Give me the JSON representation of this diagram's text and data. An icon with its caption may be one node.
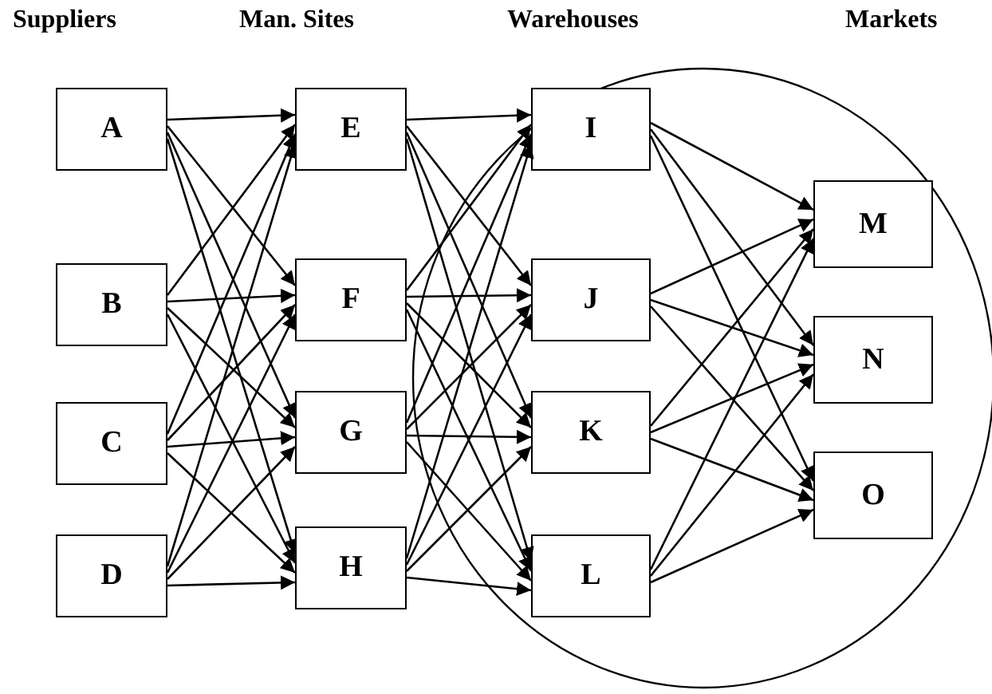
{
  "diagram": {
    "nodes": [
      {
        "text": [
          "A"
        ]
      },
      {
        "text": [
          "B"
        ]
      },
      {
        "text": [
          "C"
        ]
      },
      {
        "text": [
          "D"
        ]
      },
      {
        "text": [
          "E"
        ]
      },
      {
        "text": [
          "F"
        ]
      },
      {
        "text": [
          "G"
        ]
      },
      {
        "text": [
          "H"
        ]
      },
      {
        "text": [],
        "shape": "ellipse"
      },
      {
        "text": [
          "I"
        ],
        "in": 8
      },
      {
        "text": [
          "J"
        ],
        "in": 8
      },
      {
        "text": [
          "K"
        ],
        "in": 8
      },
      {
        "text": [
          "L"
        ],
        "in": 8
      },
      {
        "text": [
          "M"
        ],
        "in": 8
      },
      {
        "text": [
          "N"
        ],
        "in": 8
      },
      {
        "text": [
          "O"
        ],
        "in": 8
      }
    ],
    "edges": [
      {
        "from": 0,
        "to": 4,
        "arrow": "to"
      },
      {
        "from": 0,
        "to": 5,
        "arrow": "to"
      },
      {
        "from": 0,
        "to": 6,
        "arrow": "to"
      },
      {
        "from": 0,
        "to": 7,
        "arrow": "to"
      },
      {
        "from": 1,
        "to": 4,
        "arrow": "to"
      },
      {
        "from": 1,
        "to": 5,
        "arrow": "to"
      },
      {
        "from": 1,
        "to": 6,
        "arrow": "to"
      },
      {
        "from": 1,
        "to": 7,
        "arrow": "to"
      },
      {
        "from": 2,
        "to": 4,
        "arrow": "to"
      },
      {
        "from": 2,
        "to": 5,
        "arrow": "to"
      },
      {
        "from": 2,
        "to": 6,
        "arrow": "to"
      },
      {
        "from": 2,
        "to": 7,
        "arrow": "to"
      },
      {
        "from": 3,
        "to": 4,
        "arrow": "to"
      },
      {
        "from": 3,
        "to": 5,
        "arrow": "to"
      },
      {
        "from": 3,
        "to": 6,
        "arrow": "to"
      },
      {
        "from": 3,
        "to": 7,
        "arrow": "to"
      },
      {
        "from": 4,
        "to": 9,
        "arrow": "to"
      },
      {
        "from": 4,
        "to": 10,
        "arrow": "to"
      },
      {
        "from": 4,
        "to": 11,
        "arrow": "to"
      },
      {
        "from": 4,
        "to": 12,
        "arrow": "to"
      },
      {
        "from": 5,
        "to": 9,
        "arrow": "to"
      },
      {
        "from": 5,
        "to": 10,
        "arrow": "to"
      },
      {
        "from": 5,
        "to": 11,
        "arrow": "to"
      },
      {
        "from": 5,
        "to": 12,
        "arrow": "to"
      },
      {
        "from": 6,
        "to": 9,
        "arrow": "to"
      },
      {
        "from": 6,
        "to": 10,
        "arrow": "to"
      },
      {
        "from": 6,
        "to": 11,
        "arrow": "to"
      },
      {
        "from": 6,
        "to": 12,
        "arrow": "to"
      },
      {
        "from": 7,
        "to": 9,
        "arrow": "to"
      },
      {
        "from": 7,
        "to": 10,
        "arrow": "to"
      },
      {
        "from": 7,
        "to": 11,
        "arrow": "to"
      },
      {
        "from": 7,
        "to": 12,
        "arrow": "to"
      },
      {
        "from": 9,
        "to": 13,
        "arrow": "to"
      },
      {
        "from": 9,
        "to": 14,
        "arrow": "to"
      },
      {
        "from": 9,
        "to": 15,
        "arrow": "to"
      },
      {
        "from": 10,
        "to": 13,
        "arrow": "to"
      },
      {
        "from": 10,
        "to": 14,
        "arrow": "to"
      },
      {
        "from": 10,
        "to": 15,
        "arrow": "to"
      },
      {
        "from": 11,
        "to": 13,
        "arrow": "to"
      },
      {
        "from": 11,
        "to": 14,
        "arrow": "to"
      },
      {
        "from": 11,
        "to": 15,
        "arrow": "to"
      },
      {
        "from": 12,
        "to": 13,
        "arrow": "to"
      },
      {
        "from": 12,
        "to": 14,
        "arrow": "to"
      },
      {
        "from": 12,
        "to": 15,
        "arrow": "to"
      }
    ],
    "labels": [
      "Suppliers",
      "Man. Sites",
      "Warehouses",
      "Markets"
    ]
  }
}
